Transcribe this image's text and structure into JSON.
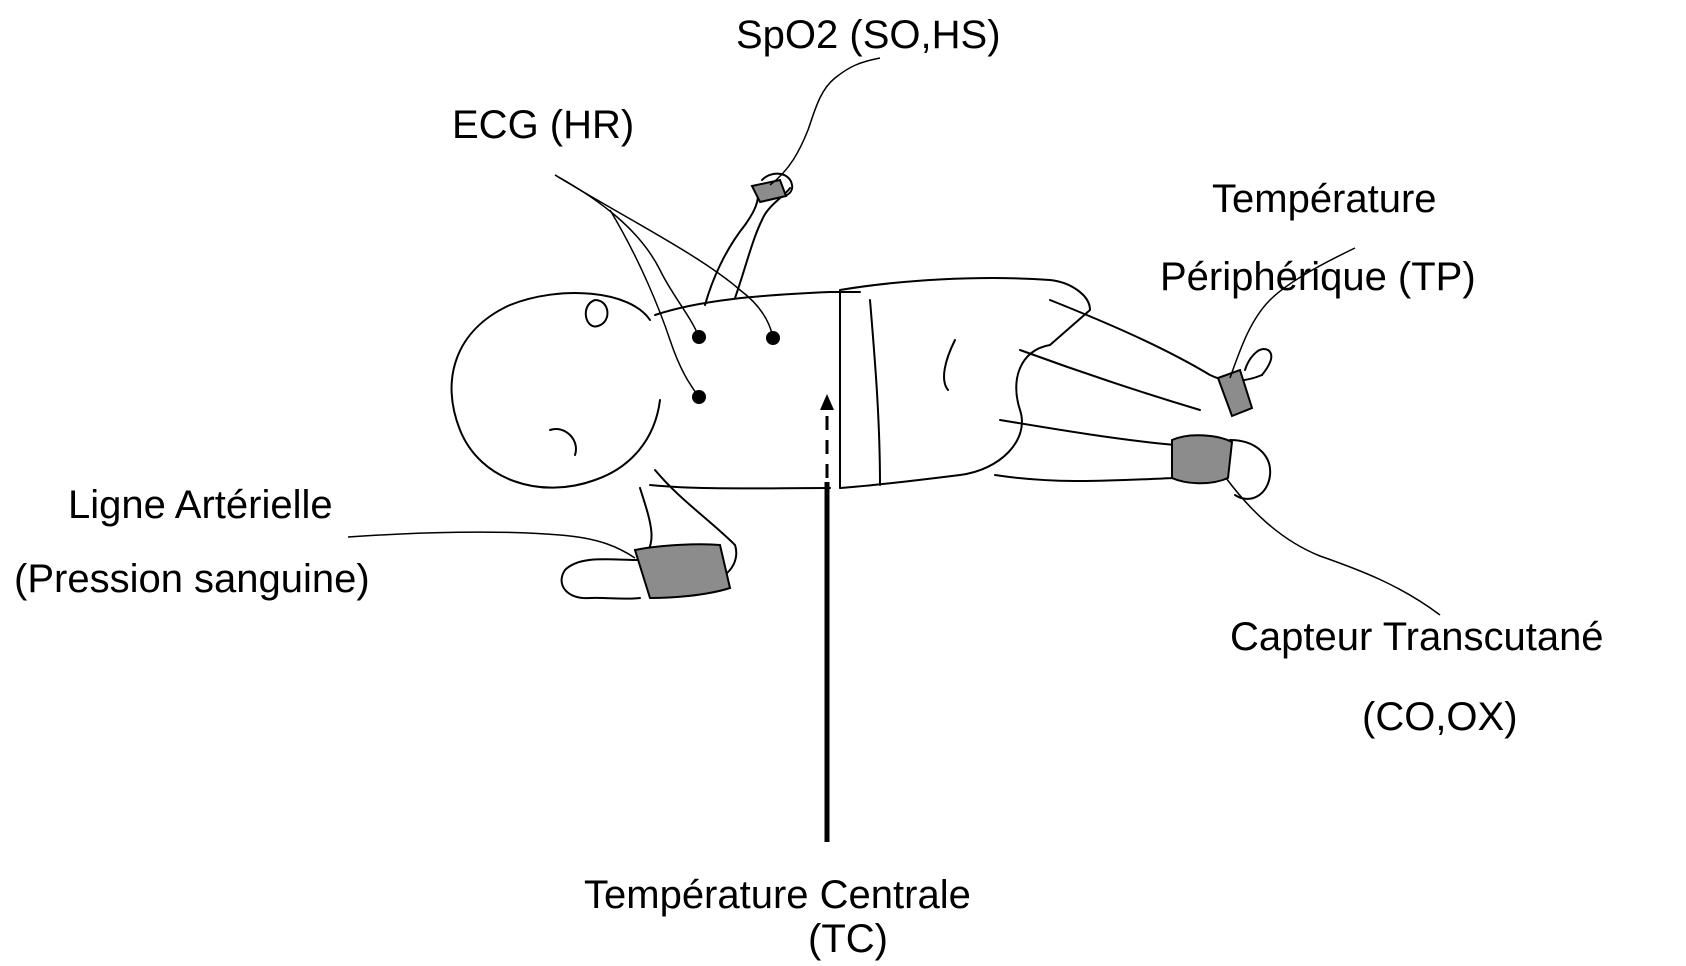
{
  "labels": {
    "spo2": "SpO2 (SO,HS)",
    "ecg": "ECG (HR)",
    "temp_peripheral_line1": "Température",
    "temp_peripheral_line2": "Périphérique (TP)",
    "arterial_line1": "Ligne Artérielle",
    "arterial_line2": "(Pression sanguine)",
    "transcutaneous_line1": "Capteur Transcutané",
    "transcutaneous_line2": "(CO,OX)",
    "temp_central_line1": "Température Centrale",
    "temp_central_line2": "(TC)"
  },
  "colors": {
    "ink": "#000000",
    "sensor_fill": "#8c8c8c",
    "background": "#ffffff"
  }
}
